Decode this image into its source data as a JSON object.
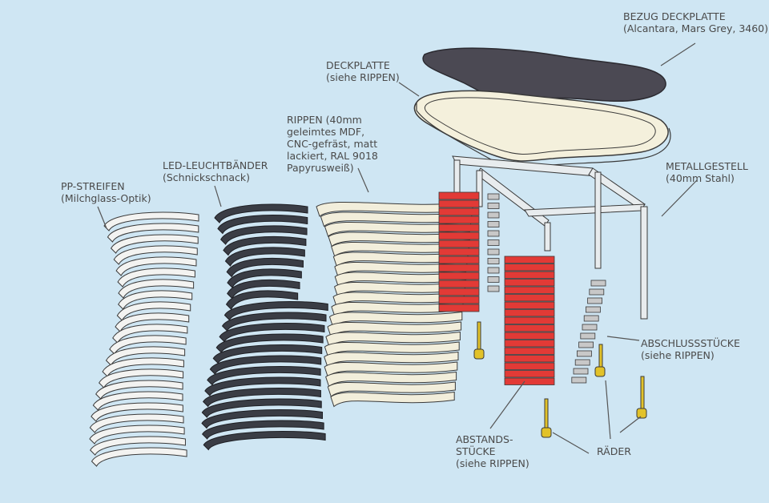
{
  "labels": {
    "bezug_deckplatte": "BEZUG DECKPLATTE\n(Alcantara, Mars Grey, 3460)",
    "deckplatte": "DECKPLATTE\n(siehe RIPPEN)",
    "rippen": "RIPPEN (40mm\ngeleimtes MDF,\nCNC-gefräst, matt\nlackiert, RAL 9018\nPapyrusweiß)",
    "led": "LED-LEUCHTBÄNDER\n(Schnickschnack)",
    "pp": "PP-STREIFEN\n(Milchglass-Optik)",
    "metallgestell": "METALLGESTELL\n(40mm Stahl)",
    "abschluss": "ABSCHLUSSSTÜCKE\n(siehe RIPPEN)",
    "abstand": "ABSTANDS-\nSTÜCKE\n(siehe RIPPEN)",
    "raeder": "RÄDER"
  },
  "colors": {
    "background": "#cfe6f3",
    "cover": "#4b4953",
    "top_plate": "#f4f0dc",
    "ribs": "#f2eedb",
    "led_strip": "#3a3d45",
    "pp_strip": "#f3f3f1",
    "spacers": "#e23a36",
    "frame": "#e8ecee",
    "wheels": "#e2c229",
    "leader_line": "#555555",
    "text": "#4a4a4a"
  }
}
